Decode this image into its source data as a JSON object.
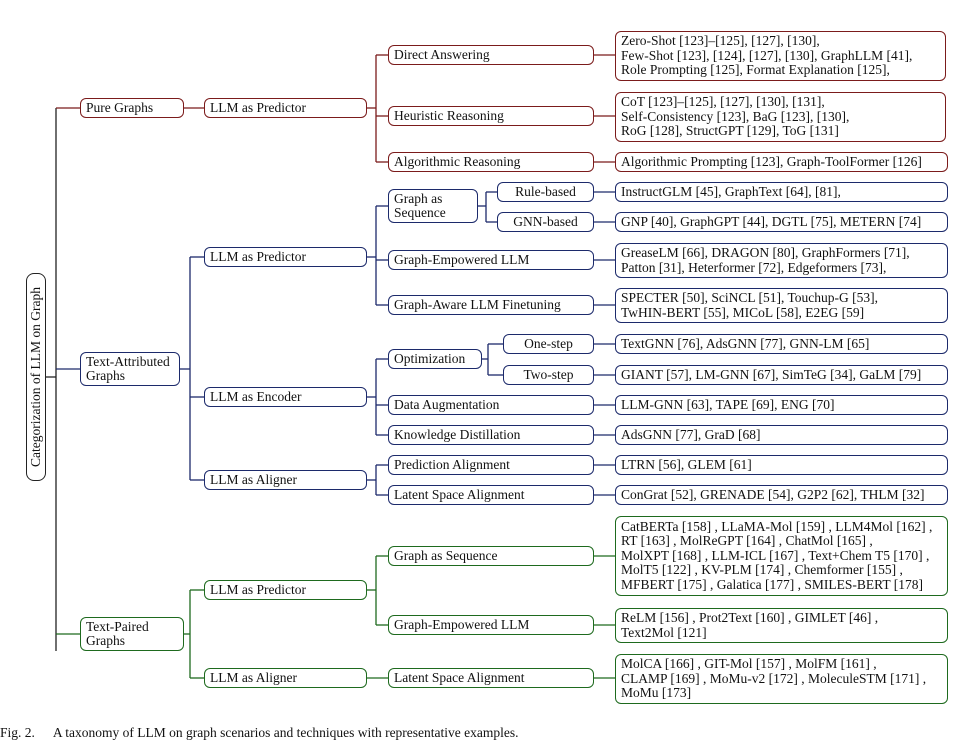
{
  "root": "Categorization of LLM on Graph",
  "caption": {
    "number": "Fig. 2.",
    "text": "A taxonomy of LLM on graph scenarios and techniques with representative examples."
  },
  "colors": {
    "pure": "#7b1b1b",
    "text_attributed": "#1c2a6b",
    "text_paired": "#1e6a1e",
    "root": "#222222"
  },
  "level1": {
    "pure": "Pure Graphs",
    "text_attributed": "Text-Attributed\nGraphs",
    "text_paired": "Text-Paired\nGraphs"
  },
  "level2": {
    "pure_predictor": "LLM as Predictor",
    "ta_predictor": "LLM as Predictor",
    "ta_encoder": "LLM as Encoder",
    "ta_aligner": "LLM as Aligner",
    "tp_predictor": "LLM as Predictor",
    "tp_aligner": "LLM as Aligner"
  },
  "level3": {
    "direct_answering": "Direct Answering",
    "heuristic_reasoning": "Heuristic Reasoning",
    "algorithmic_reasoning": "Algorithmic Reasoning",
    "graph_as_sequence": "Graph as\nSequence",
    "graph_empowered_llm": "Graph-Empowered LLM",
    "graph_aware_finetuning": "Graph-Aware LLM Finetuning",
    "optimization": "Optimization",
    "data_augmentation": "Data Augmentation",
    "knowledge_distillation": "Knowledge Distillation",
    "prediction_alignment": "Prediction Alignment",
    "latent_space_alignment": "Latent Space Alignment",
    "tp_graph_as_sequence": "Graph as Sequence",
    "tp_graph_empowered_llm": "Graph-Empowered LLM",
    "tp_latent_space_alignment": "Latent Space Alignment"
  },
  "level4": {
    "rule_based": "Rule-based",
    "gnn_based": "GNN-based",
    "one_step": "One-step",
    "two_step": "Two-step"
  },
  "leaves": {
    "direct_answering": [
      "Zero-Shot [123]–[125], [127], [130],",
      "Few-Shot [123], [124], [127], [130], GraphLLM [41],",
      "Role Prompting [125], Format Explanation [125],"
    ],
    "heuristic_reasoning": [
      "CoT [123]–[125], [127], [130], [131],",
      "Self-Consistency [123], BaG [123], [130],",
      "RoG [128], StructGPT [129], ToG [131]"
    ],
    "algorithmic_reasoning": [
      "Algorithmic Prompting [123], Graph-ToolFormer [126]"
    ],
    "rule_based": [
      "InstructGLM [45], GraphText [64], [81],"
    ],
    "gnn_based": [
      "GNP [40], GraphGPT [44], DGTL [75], METERN [74]"
    ],
    "graph_empowered_llm": [
      "GreaseLM [66], DRAGON [80], GraphFormers [71],",
      "Patton [31], Heterformer [72], Edgeformers [73],"
    ],
    "graph_aware_finetuning": [
      "SPECTER [50], SciNCL [51], Touchup-G [53],",
      "TwHIN-BERT [55], MICoL [58], E2EG [59]"
    ],
    "one_step": [
      "TextGNN [76], AdsGNN [77], GNN-LM [65]"
    ],
    "two_step": [
      "GIANT [57], LM-GNN [67], SimTeG [34], GaLM [79]"
    ],
    "data_augmentation": [
      "LLM-GNN [63], TAPE [69], ENG [70]"
    ],
    "knowledge_distillation": [
      "AdsGNN [77], GraD [68]"
    ],
    "prediction_alignment": [
      "LTRN [56], GLEM [61]"
    ],
    "latent_space_alignment": [
      "ConGrat [52], GRENADE [54], G2P2 [62], THLM [32]"
    ],
    "tp_graph_as_sequence": [
      "CatBERTa [158] , LLaMA-Mol [159] , LLM4Mol [162] ,",
      "RT [163] , MolReGPT [164] , ChatMol [165] ,",
      "MolXPT [168] , LLM-ICL [167] , Text+Chem T5 [170] ,",
      "MolT5 [122] , KV-PLM [174] , Chemformer [155] ,",
      "MFBERT [175] , Galatica [177] , SMILES-BERT [178]"
    ],
    "tp_graph_empowered_llm": [
      "ReLM [156] , Prot2Text [160] , GIMLET [46] ,",
      "Text2Mol [121]"
    ],
    "tp_latent_space_alignment": [
      "MolCA [166] , GIT-Mol [157] , MolFM [161] ,",
      "CLAMP [169] , MoMu-v2 [172] , MoleculeSTM [171] ,",
      "MoMu [173]"
    ]
  }
}
